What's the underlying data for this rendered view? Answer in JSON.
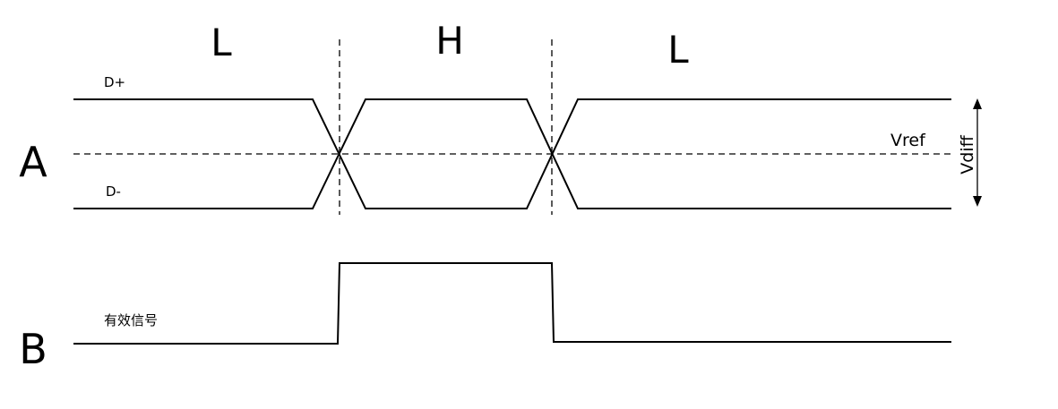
{
  "labels": {
    "panel_a": "A",
    "panel_b": "B",
    "state_1": "L",
    "state_2": "H",
    "state_3": "L",
    "d_plus": "D+",
    "d_minus": "D-",
    "vref": "Vref",
    "vdiff": "Vdiff",
    "valid_signal": "有效信号"
  },
  "colors": {
    "line": "#000000",
    "background": "#ffffff"
  }
}
